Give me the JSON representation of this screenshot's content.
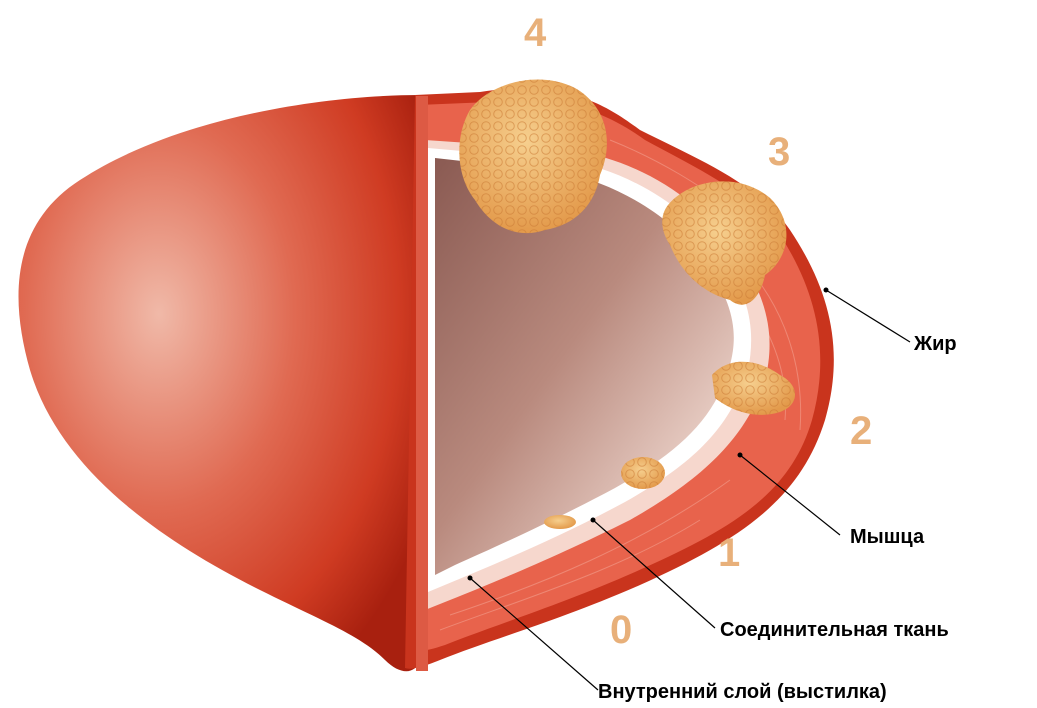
{
  "stage_numbers": [
    "0",
    "1",
    "2",
    "3",
    "4"
  ],
  "labels": {
    "fat": "Жир",
    "muscle": "Мышца",
    "connective_tissue": "Соединительная ткань",
    "inner_layer": "Внутренний слой (выстилка)"
  },
  "colors": {
    "stage_number": "#e8b07a",
    "organ_outer": "#d7412a",
    "organ_dark": "#b62714",
    "muscle_layer": "#e8634c",
    "inner_lining": "#f6d7cd",
    "cavity": "#b78476",
    "tumor": "#e8a75a",
    "leader_line": "#000000"
  }
}
